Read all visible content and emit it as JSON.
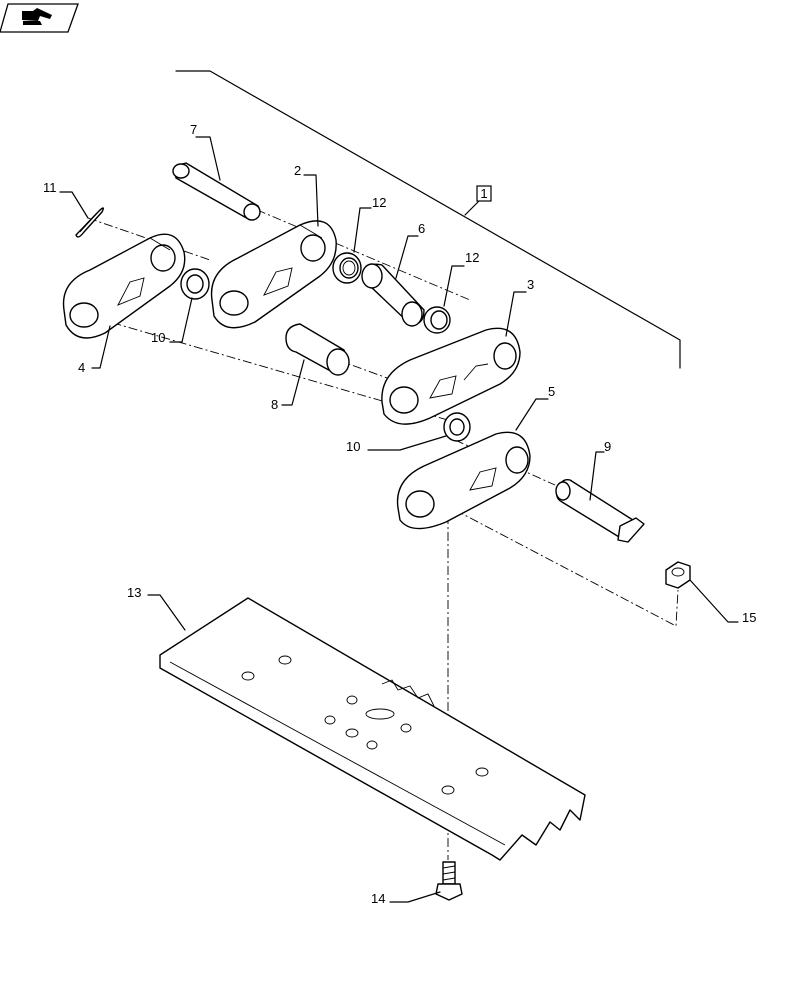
{
  "toolbar": {
    "nav_icon": "hand-pointer-icon"
  },
  "assembly_box_label": "1",
  "callouts": {
    "c2": "2",
    "c3": "3",
    "c4": "4",
    "c5": "5",
    "c6": "6",
    "c7": "7",
    "c8": "8",
    "c9": "9",
    "c10a": "10",
    "c10b": "10",
    "c11": "11",
    "c12a": "12",
    "c12b": "12",
    "c13": "13",
    "c14": "14",
    "c15": "15"
  }
}
